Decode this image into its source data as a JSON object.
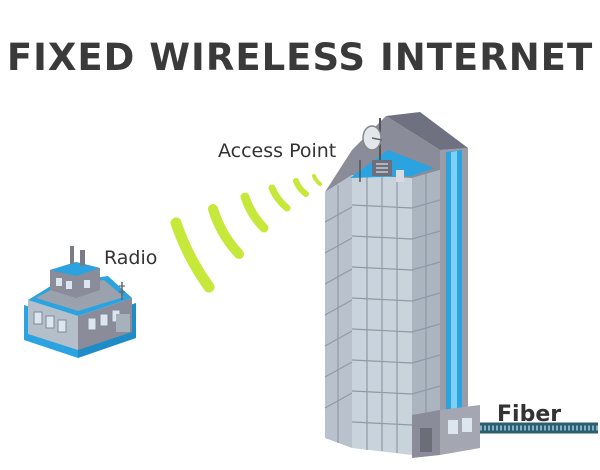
{
  "title": "FIXED WIRELESS INTERNET",
  "labels": {
    "access_point": "Access Point",
    "radio": "Radio",
    "fiber": "Fiber"
  },
  "colors": {
    "signal": "#c6e83a",
    "building_blue": "#2aa3e0",
    "glass": "#dce6ee",
    "building_gray": "#8a8c99",
    "title": "#3a3a3a"
  }
}
